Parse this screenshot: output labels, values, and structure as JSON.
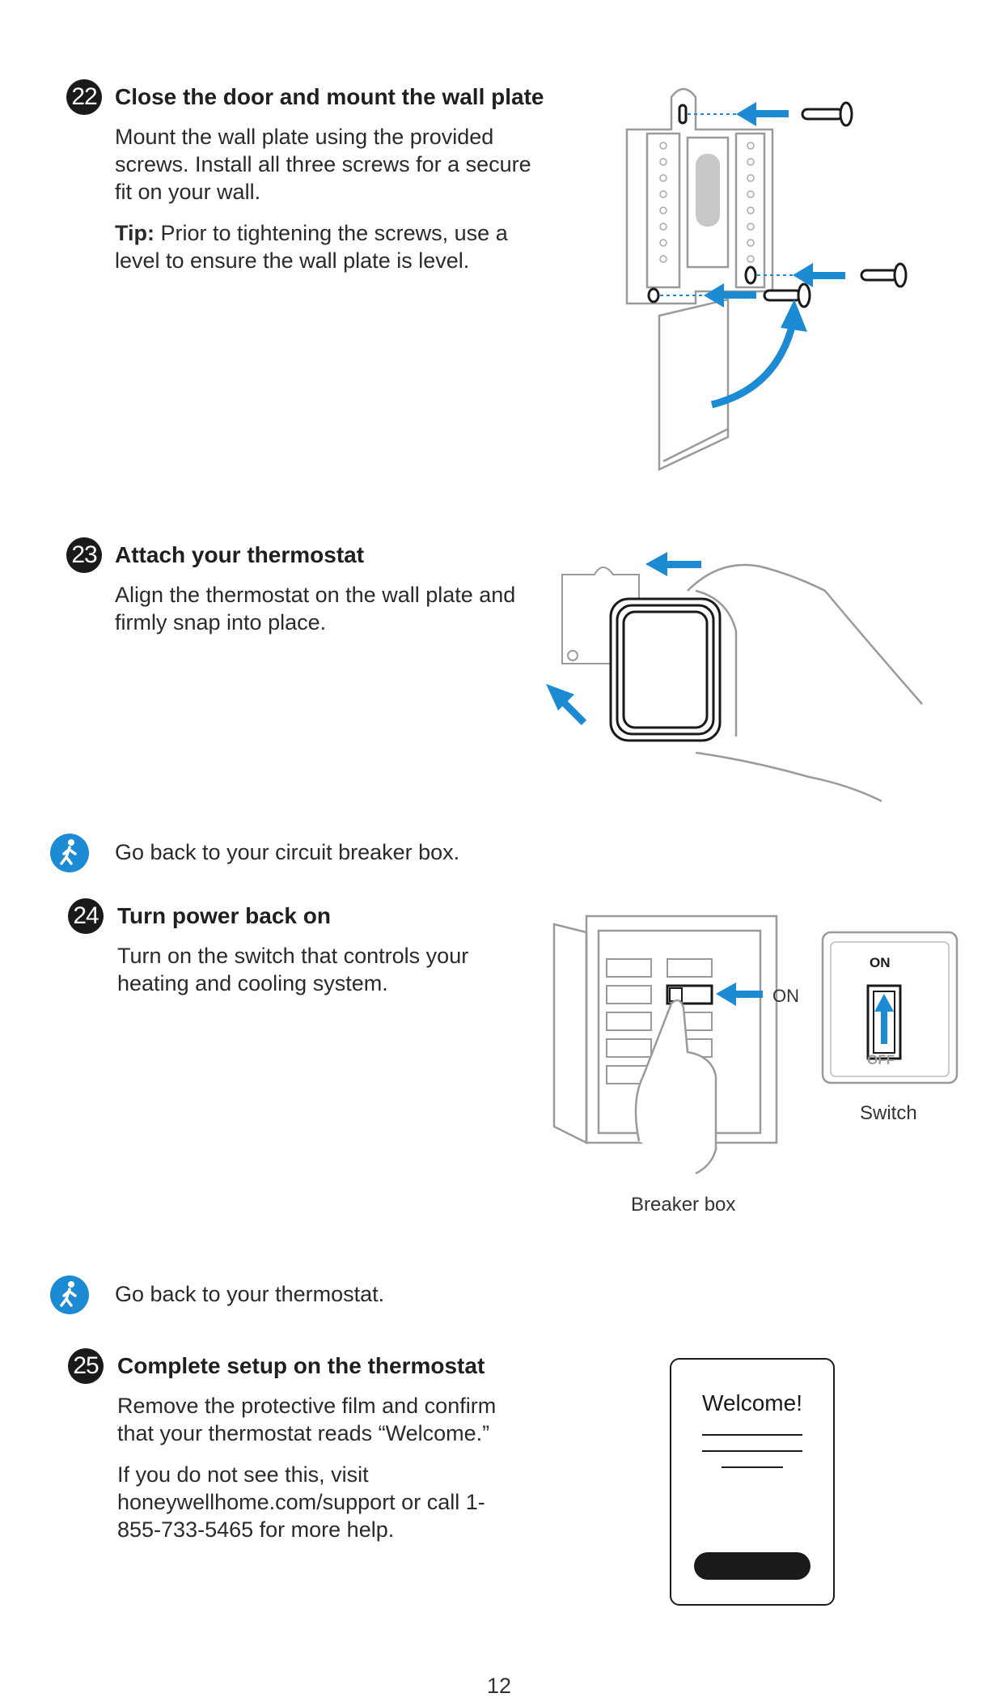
{
  "steps": [
    {
      "number": "22",
      "title": "Close the door and mount the wall plate",
      "paragraphs": [
        "Mount the wall plate using the provided screws. Install all three screws for a secure fit on your wall."
      ],
      "tip_label": "Tip:",
      "tip_text": " Prior to tightening the screws, use a level to ensure the wall plate is level."
    },
    {
      "number": "23",
      "title": "Attach your thermostat",
      "paragraphs": [
        "Align the thermostat on the wall plate and firmly snap into place."
      ]
    },
    {
      "number": "24",
      "title": "Turn power back on",
      "paragraphs": [
        "Turn on the switch that controls your heating and cooling system."
      ],
      "on_label": "ON",
      "switch_on": "ON",
      "switch_off": "OFF",
      "switch_caption": "Switch",
      "breaker_caption": "Breaker box"
    },
    {
      "number": "25",
      "title": "Complete setup on the thermostat",
      "paragraphs": [
        "Remove the protective film and confirm that your thermostat reads “Welcome.”",
        "If you do not see this, visit honeywellhome.com/support or call 1-855-733-5465 for more help."
      ],
      "screen_text": "Welcome!"
    }
  ],
  "notices": [
    {
      "icon": "walking-person-icon",
      "text": "Go back to your circuit breaker box."
    },
    {
      "icon": "walking-person-icon",
      "text": "Go back to your thermostat."
    }
  ],
  "page_number": "12",
  "colors": {
    "accent": "#1d8ad4",
    "ink": "#1a1a1a",
    "line_art": "#999999"
  }
}
